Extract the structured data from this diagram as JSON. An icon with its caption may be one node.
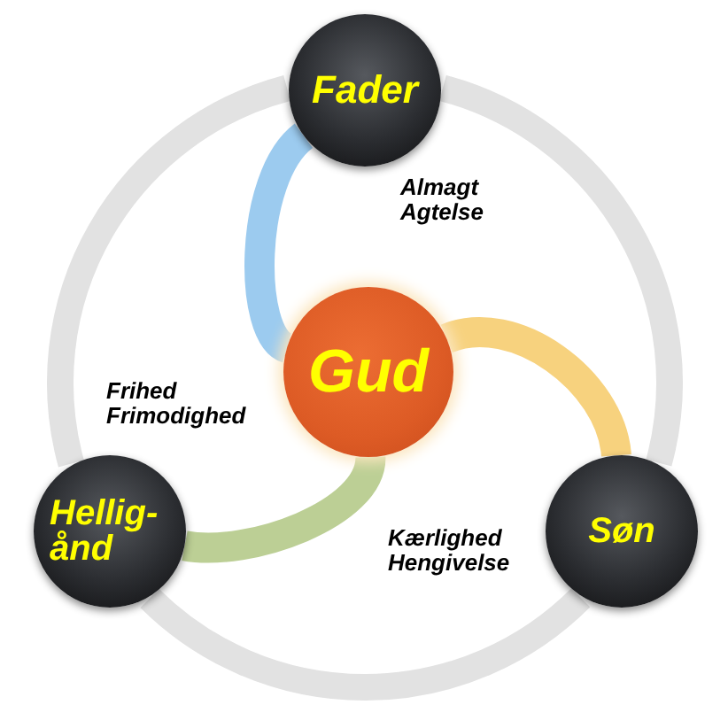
{
  "diagram": {
    "nodes": [
      {
        "text": [
          "Fader"
        ],
        "beside": [
          "Almagt",
          "Agtelse"
        ]
      },
      {
        "text": [
          "Gud"
        ]
      },
      {
        "text": [
          "Hellig- ånd"
        ],
        "beside": [
          "Frihed",
          "Frimodighed"
        ]
      },
      {
        "text": [
          "Søn"
        ],
        "beside": [
          "Kærlighed",
          "Hengivelse"
        ]
      }
    ],
    "edges": [
      {
        "from": 0,
        "to": 1,
        "arrow": "none",
        "color": "#9ccbef"
      },
      {
        "from": 1,
        "to": 3,
        "arrow": "none",
        "color": "#f7d27e"
      },
      {
        "from": 1,
        "to": 2,
        "arrow": "none",
        "color": "#bccf95"
      },
      {
        "from": 0,
        "to": 3,
        "arrow": "none"
      },
      {
        "from": 3,
        "to": 2,
        "arrow": "none"
      },
      {
        "from": 2,
        "to": 0,
        "arrow": "none"
      }
    ]
  }
}
